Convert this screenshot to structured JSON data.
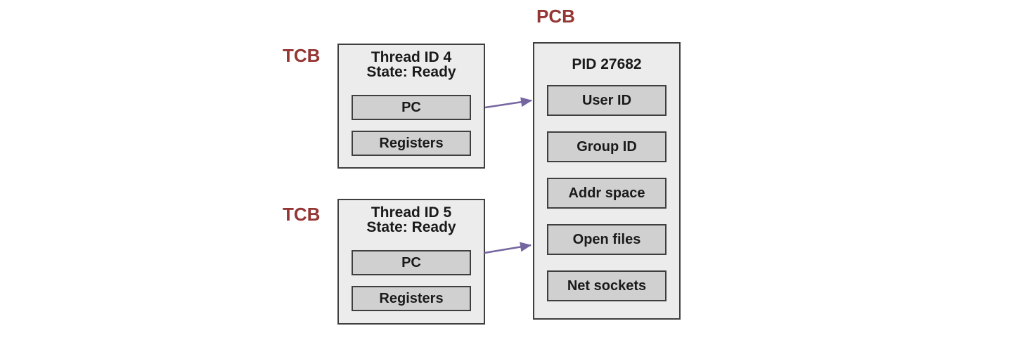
{
  "diagram": {
    "title_semantic": "Thread Control Blocks pointing to Process Control Block",
    "tcb_blocks": [
      {
        "label": "TCB",
        "title_line1": "Thread ID 4",
        "title_line2": "State: Ready",
        "fields": [
          "PC",
          "Registers"
        ]
      },
      {
        "label": "TCB",
        "title_line1": "Thread ID 5",
        "title_line2": "State: Ready",
        "fields": [
          "PC",
          "Registers"
        ]
      }
    ],
    "pcb_block": {
      "label": "PCB",
      "title": "PID 27682",
      "fields": [
        "User ID",
        "Group ID",
        "Addr space",
        "Open files",
        "Net sockets"
      ]
    },
    "colors": {
      "label_text": "#943634",
      "arrow": "#7565A0",
      "box_fill": "#ECECEC",
      "field_fill": "#D0D0D0",
      "border": "#3F3F3F",
      "text": "#1A1A1A"
    }
  }
}
